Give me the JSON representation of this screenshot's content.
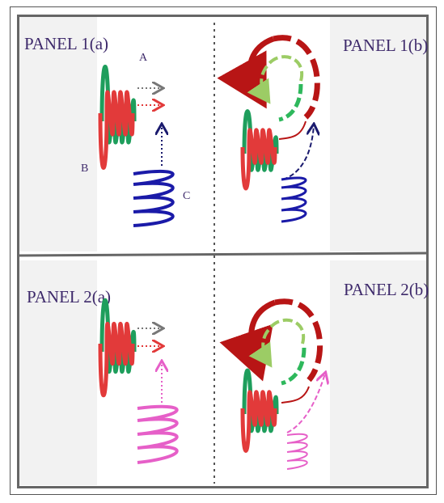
{
  "panels": {
    "p1a": "PANEL 1(a)",
    "p1b": "PANEL 1(b)",
    "p2a": "PANEL 2(a)",
    "p2b": "PANEL 2(b)"
  },
  "marks": {
    "a": "A",
    "b": "B",
    "c": "C"
  },
  "colors": {
    "green_wave": "#1e9e5c",
    "red_wave": "#e23a3a",
    "blue_coil": "#1a1aa8",
    "pink_coil": "#e65fc8",
    "dark_red_arc": "#b81515",
    "light_green_arc": "#9ccc65",
    "mid_green_arc": "#2eb85c",
    "label_text": "#3e2a6b"
  }
}
